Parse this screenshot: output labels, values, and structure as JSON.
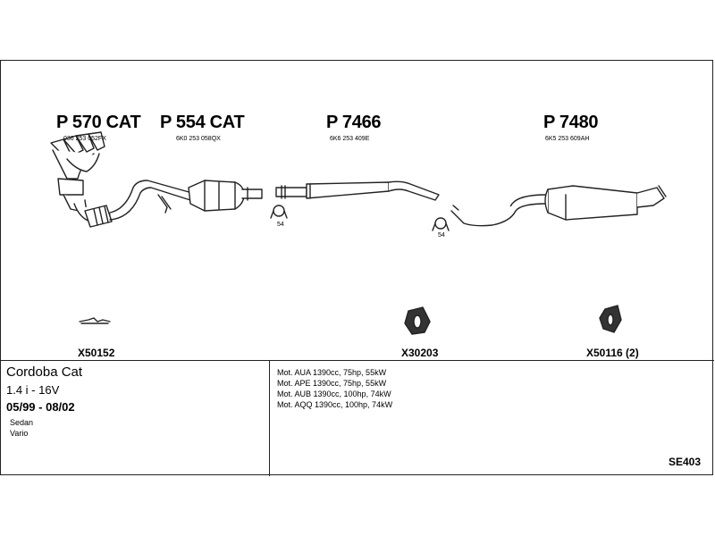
{
  "parts": [
    {
      "number": "P 570 CAT",
      "oem": "036 253 052FX"
    },
    {
      "number": "P 554 CAT",
      "oem": "6K0 253 058QX"
    },
    {
      "number": "P 7466",
      "oem": "6K6 253 409E"
    },
    {
      "number": "P 7480",
      "oem": "6K5 253 609AH"
    }
  ],
  "clamps": [
    {
      "size": "54"
    },
    {
      "size": "54"
    }
  ],
  "accessories": [
    {
      "number": "X50152",
      "icon": "gasket-icon"
    },
    {
      "number": "X30203",
      "icon": "rubber-hanger-icon"
    },
    {
      "number": "X50116 (2)",
      "icon": "rubber-mount-icon"
    }
  ],
  "vehicle": {
    "model": "Cordoba Cat",
    "engine": "1.4 i - 16V",
    "years": "05/99 - 08/02",
    "body_types": [
      "Sedan",
      "Vario"
    ]
  },
  "engines": [
    "Mot. AUA 1390cc, 75hp, 55kW",
    "Mot. APE 1390cc, 75hp, 55kW",
    "Mot. AUB 1390cc, 100hp, 74kW",
    "Mot. AQQ 1390cc, 100hp, 74kW"
  ],
  "diagram_code": "SE403"
}
